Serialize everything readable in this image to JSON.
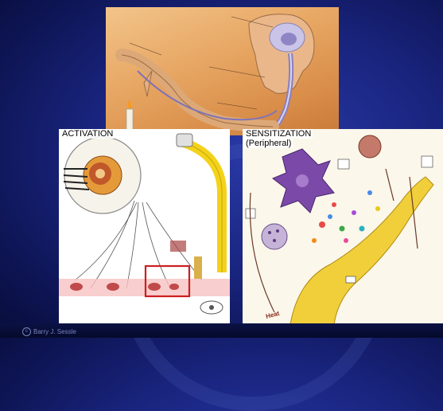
{
  "slide": {
    "panels": {
      "activation": {
        "title": "ACTIVATION"
      },
      "sensitization": {
        "title": "SENSITIZATION",
        "subtitle": "(Peripheral)"
      }
    },
    "credit": {
      "symbol": "c",
      "author": "Barry J. Sessle"
    }
  },
  "colors": {
    "background": "#1a2580",
    "highlight_box": "#cc1f1f",
    "nerve_yellow": "#f3d21b",
    "cell_purple": "#7b4aa8"
  },
  "icons": [
    "copyright-icon"
  ]
}
